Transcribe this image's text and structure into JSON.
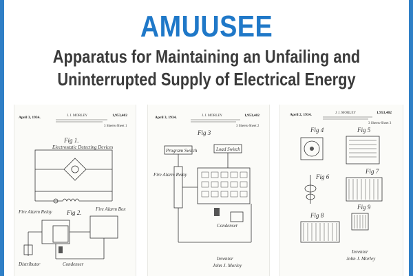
{
  "title": "AMUUSEE",
  "subtitle_line1": "Apparatus for Maintaining an Unfailing and",
  "subtitle_line2": "Uninterrupted Supply of Electrical Energy",
  "sheets": [
    {
      "date": "April 3, 1934.",
      "author": "J. J. MORLEY",
      "number": "1,953,402",
      "sheet_label": "3 Sheets-Sheet 1",
      "fig_a": "Fig 1.",
      "fig_b": "Fig 2.",
      "fig_a_note": "Electrostatic Detecting Devices",
      "fig_b_note": "Fire Alarm Box",
      "left_note": "Fire Alarm Relay",
      "bottom_left": "Distributor",
      "bottom_right": "Condenser"
    },
    {
      "date": "April 3, 1934.",
      "author": "J. J. MORLEY",
      "number": "1,953,402",
      "sheet_label": "3 Sheets-Sheet 2",
      "fig_a": "Fig 3",
      "box1": "Program Switch",
      "box2": "Load Switch",
      "box3": "Fire Alarm Relay",
      "box4": "Condenser",
      "inventor_label": "Inventor",
      "inventor_name": "John J. Morley"
    },
    {
      "date": "April 2, 1934.",
      "author": "J. J. MORLEY",
      "number": "1,953,402",
      "sheet_label": "3 Sheets-Sheet 3",
      "fig_4": "Fig 4",
      "fig_5": "Fig 5",
      "fig_6": "Fig 6",
      "fig_7": "Fig 7",
      "fig_8": "Fig 8",
      "fig_9": "Fig 9",
      "inventor_label": "Inventor",
      "inventor_name": "John J. Morley"
    }
  ]
}
